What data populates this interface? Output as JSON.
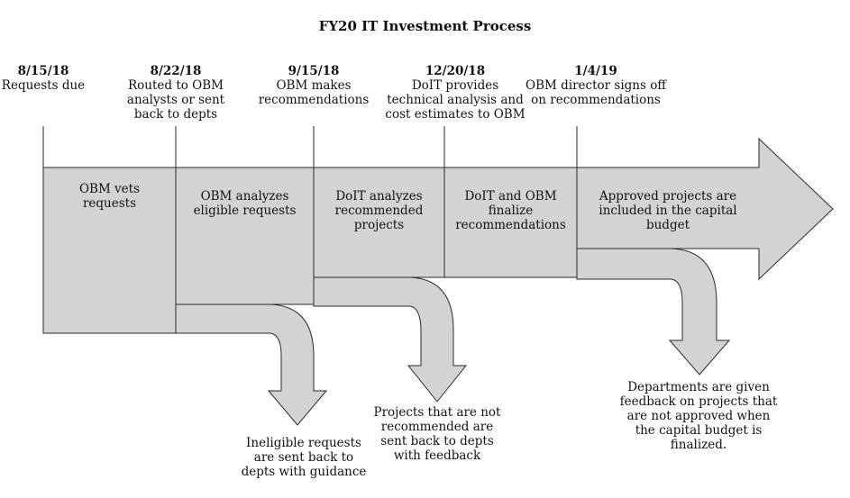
{
  "title": "FY20 IT Investment Process",
  "milestones": [
    {
      "date": "8/15/18",
      "lines": [
        "Requests due"
      ]
    },
    {
      "date": "8/22/18",
      "lines": [
        "Routed to OBM",
        "analysts or sent",
        "back to depts"
      ]
    },
    {
      "date": "9/15/18",
      "lines": [
        "OBM makes",
        "recommendations"
      ]
    },
    {
      "date": "12/20/18",
      "lines": [
        "DoIT provides",
        "technical analysis and",
        "cost estimates to OBM"
      ]
    },
    {
      "date": "1/4/19",
      "lines": [
        "OBM director signs off",
        "on recommendations"
      ]
    }
  ],
  "stages": [
    {
      "lines": [
        "OBM vets",
        "requests"
      ]
    },
    {
      "lines": [
        "OBM analyzes",
        "eligible requests"
      ]
    },
    {
      "lines": [
        "DoIT analyzes",
        "recommended",
        "projects"
      ]
    },
    {
      "lines": [
        "DoIT and OBM",
        "finalize",
        "recommendations"
      ]
    },
    {
      "lines": [
        "Approved projects are",
        "included in the capital",
        "budget"
      ]
    }
  ],
  "outcomes": [
    {
      "lines": [
        "Ineligible requests",
        "are sent back to",
        "depts with guidance"
      ]
    },
    {
      "lines": [
        "Projects that are not",
        "recommended are",
        "sent back to depts",
        "with feedback"
      ]
    },
    {
      "lines": [
        "Departments are given",
        "feedback on projects that",
        "are not approved when",
        "the capital budget is",
        "finalized."
      ]
    }
  ],
  "colors": {
    "fill": "#d3d3d3",
    "stroke": "#2a2a2a"
  }
}
